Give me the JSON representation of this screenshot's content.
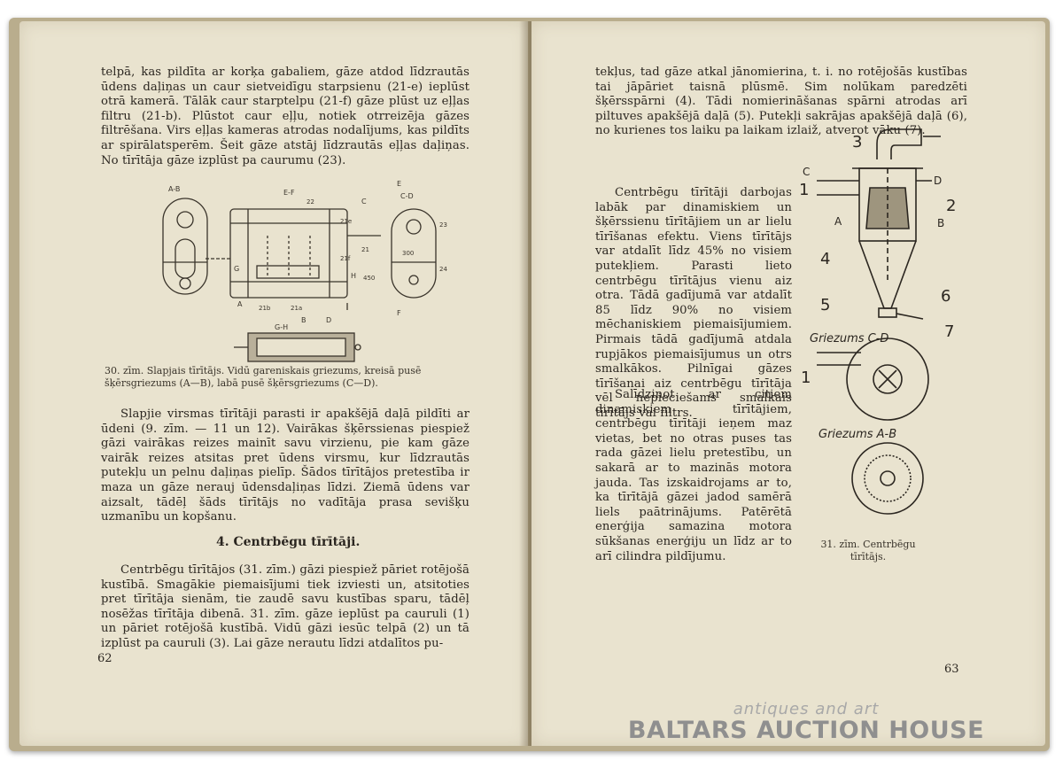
{
  "left_page": {
    "paragraph1": "telpā, kas pildīta ar korķa gabaliem, gāze atdod līdzrautās ūdens daļiņas un caur sietveidīgu starpsienu (21-e) ieplūst otrā kamerā. Tālāk caur starptelpu (21-f) gāze plūst uz eļļas filtru (21-b). Plūstot caur eļļu, notiek otrreizēja gāzes filtrēšana. Virs eļļas kameras atrodas nodalījums, kas pildīts ar spirālatsperēm. Šeit gāze atstāj līdzrautās eļļas daļiņas. No tīrītāja gāze izplūst pa caurumu (23).",
    "figure_labels": {
      "ab": "A-B",
      "ef": "E-F",
      "cd_top": "C-D",
      "gh": "G-H",
      "a": "A",
      "b": "B",
      "c": "C",
      "d": "D",
      "e": "E",
      "f": "F",
      "g": "G",
      "h": "H",
      "n22": "22",
      "n21": "21",
      "n21b": "21b",
      "n21a": "21a",
      "n21e": "21e",
      "n21f": "21f",
      "n23": "23",
      "n24": "24",
      "d300": "300",
      "d450": "450"
    },
    "caption": "30. zīm. Slapjais tīrītājs. Vidū gareniskais griezums, kreisā pusē šķērsgriezums (A—B), labā pusē šķērsgriezums (C—D).",
    "paragraph2": "Slapjie virsmas tīrītāji parasti ir apakšējā daļā pildīti ar ūdeni (9. zīm. — 11 un 12). Vairākas šķērssienas piespiež gāzi vairākas reizes mainīt savu virzienu, pie kam gāze vairāk reizes atsitas pret ūdens virsmu, kur līdzrautās putekļu un pelnu daļiņas pielīp. Šādos tīrītājos pretestība ir maza un gāze nerauj ūdensdaļiņas līdzi. Ziemā ūdens var aizsalt, tādēļ šāds tīrītājs no vadītāja prasa sevišķu uzmanību un kopšanu.",
    "heading": "4. Centrbēgu tīrītāji.",
    "paragraph3": "Centrbēgu tīrītājos (31. zīm.) gāzi piespiež pāriet rotējošā kustībā. Smagākie piemaisījumi tiek izviesti un, atsitoties pret tīrītāja sienām, tie zaudē savu kustības sparu, tādēļ nosēžas tīrītāja dibenā. 31. zīm. gāze ieplūst pa cauruli (1) un pāriet rotējošā kustībā. Vidū gāzi iesūc telpā (2) un tā izplūst pa cauruli (3). Lai gāze nerautu līdzi atdalītos pu-",
    "page_number": "62"
  },
  "right_page": {
    "paragraph_top": "tekļus, tad gāze atkal jānomierina, t. i. no rotējošās kustības tai jāpāriet taisnā plūsmē. Sim nolūkam paredzēti šķērsspārni (4). Tādi nomierināšanas spārni atrodas arī piltuves apakšējā daļā (5). Putekļi sakrājas apakšējā daļā (6), no kurienes tos laiku pa laikam izlaiž, atverot vāku (7).",
    "paragraph2": "Centrbēgu tīrītāji darbojas labāk par dinamiskiem un šķērssienu tīrītājiem un ar lielu tīrīšanas efektu. Viens tīrītājs var atdalīt līdz 45% no visiem putekļiem. Parasti lieto centrbēgu tīrītājus vienu aiz otra. Tādā gadījumā var atdalīt 85 līdz 90% no visiem mēchaniskiem piemaisījumiem. Pirmais tādā gadījumā atdala rupjākos piemaisījumus un otrs smalkākos. Pilnīgai gāzes tīrīšanai aiz centrbēgu tīrītāja vēl nepieciešams smalkais tīrītājs vai filtrs.",
    "paragraph3": "Salīdzinot ar citiem dinamiskiem tīrītājiem, centrbēgu tīrītāji ieņem maz vietas, bet no otras puses tas rada gāzei lielu pretestību, un sakarā ar to mazinās motora jauda. Tas izskaidrojams ar to, ka tīrītājā gāzei jadod samērā liels paātrinājums. Patērētā enerģija samazina motora sūkšanas enerģiju un līdz ar to arī cilindra pildījumu.",
    "figure_labels": {
      "n1": "1",
      "n2": "2",
      "n3": "3",
      "n4": "4",
      "n5": "5",
      "n6": "6",
      "n7": "7",
      "n1b": "1",
      "c": "C",
      "d": "D",
      "a": "A",
      "b": "B",
      "section_cd": "Griezums C-D",
      "section_ab": "Griezums A-B"
    },
    "caption": "31. zīm. Centrbēgu tīrītājs.",
    "page_number": "63"
  },
  "watermark": {
    "line1": "antiques and art",
    "line2": "BALTARS AUCTION HOUSE"
  },
  "colors": {
    "paper": "#e9e3cf",
    "ink": "#2b2620",
    "cover": "#b9ad8d",
    "watermark": "#8f8f8f"
  }
}
